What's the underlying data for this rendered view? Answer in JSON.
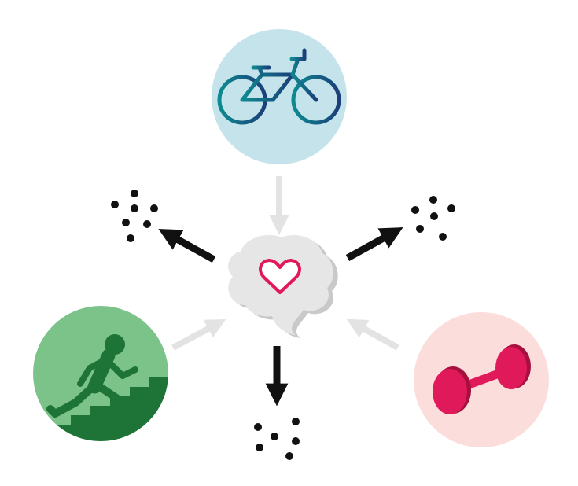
{
  "diagram": {
    "center": {
      "icon": "heart-icon",
      "shape": "brain-icon"
    },
    "inputs": [
      {
        "name": "cycling",
        "icon": "bicycle-icon"
      },
      {
        "name": "stair-running",
        "icon": "running-stairs-icon"
      },
      {
        "name": "weight-training",
        "icon": "dumbbell-icon"
      }
    ],
    "outputs": [
      {
        "name": "particles-top-left",
        "icon": "particles-icon"
      },
      {
        "name": "particles-top-right",
        "icon": "particles-icon"
      },
      {
        "name": "particles-bottom",
        "icon": "particles-icon"
      }
    ],
    "colors": {
      "bike_circle": "#c5e3ea",
      "bike_stroke": "#155e78",
      "runner_circle": "#7cc38a",
      "runner_figure": "#1d7436",
      "dumbbell_circle": "#fbdddc",
      "dumbbell": "#e0195a",
      "brain": "#e6e6e6",
      "brain_shadow": "#c9c9c9",
      "heart": "#e0195a",
      "input_arrow": "#e3e3e3",
      "output_arrow": "#111111",
      "particle": "#111111"
    }
  }
}
